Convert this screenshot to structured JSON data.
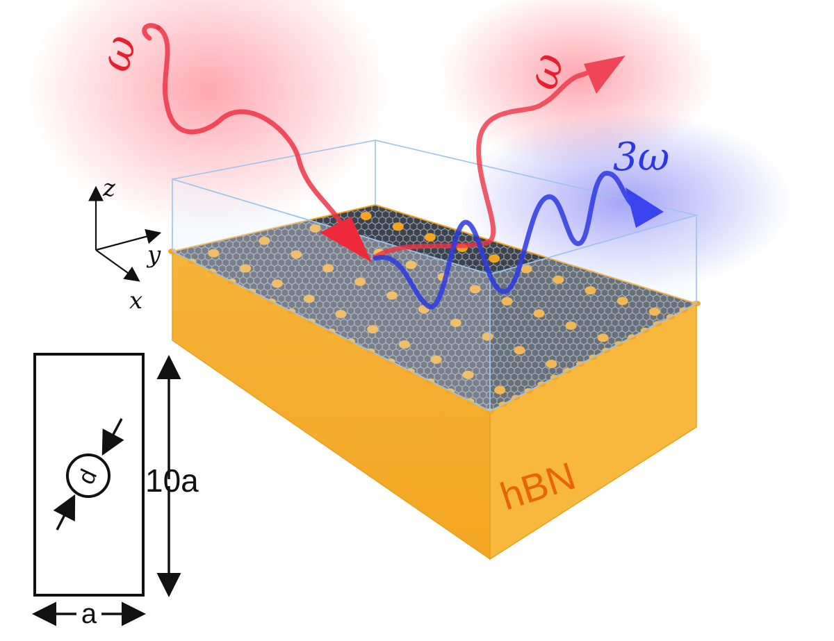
{
  "labels": {
    "incident_freq": "ω",
    "reflected_freq": "ω",
    "third_harmonic": "3ω",
    "axis_z": "z",
    "axis_y": "y",
    "axis_x": "x",
    "substrate": "hBN",
    "diameter": "d",
    "height": "10a",
    "width": "a"
  },
  "colors": {
    "substrate_top": "#f7b334",
    "substrate_front": "#f5a623",
    "substrate_side": "#f8b73c",
    "graphene": "#3f4550",
    "holes": "#f6a51e",
    "red_wave": "#ee3344",
    "blue_wave": "#2b39e0",
    "hbn_text": "#e8640a",
    "box_outline": "#9cc3ea"
  },
  "icons": {
    "incident": "wavy-arrow-red",
    "reflected": "wavy-arrow-red",
    "harmonic": "wavy-arrow-blue",
    "axes": "coordinate-axes"
  }
}
